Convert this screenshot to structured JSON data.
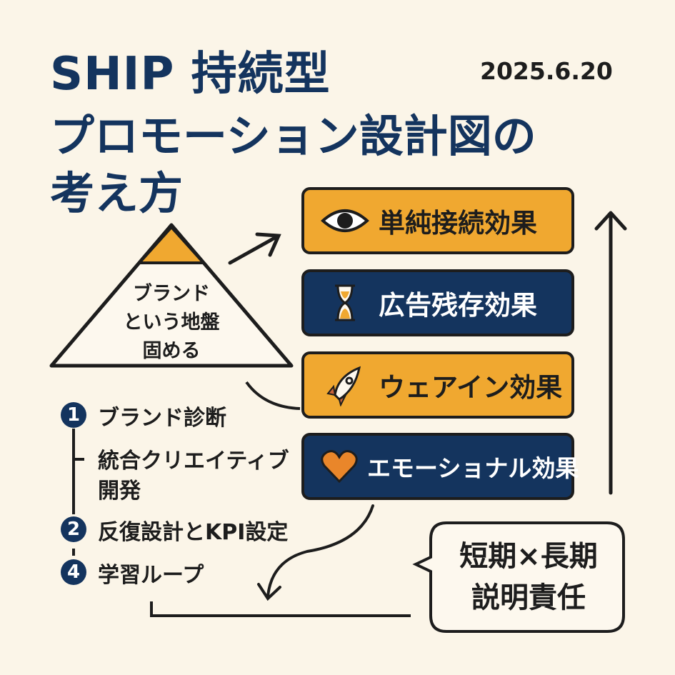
{
  "title": {
    "line1": "SHIP 持続型",
    "line2": "プロモーション設計図の",
    "line3": "考え方"
  },
  "date": "2025.6.20",
  "pyramid": {
    "line1": "ブランド",
    "line2": "という地盤",
    "line3": "固める"
  },
  "steps": [
    {
      "number": "1",
      "label": "ブランド診断"
    },
    {
      "number": "",
      "label_line1": "統合クリエイティブ",
      "label_line2": "開発"
    },
    {
      "number": "2",
      "label": "反復設計とKPI設定"
    },
    {
      "number": "4",
      "label": "学習ループ"
    }
  ],
  "effects": [
    {
      "label": "単純接続効果",
      "icon": "eye-icon",
      "color": "orange"
    },
    {
      "label": "広告残存効果",
      "icon": "hourglass-icon",
      "color": "navy"
    },
    {
      "label": "ウェアイン効果",
      "icon": "rocket-icon",
      "color": "orange"
    },
    {
      "label": "エモーショナル効果",
      "icon": "heart-icon",
      "color": "navy"
    }
  ],
  "bubble": {
    "line1": "短期×長期",
    "line2": "説明責任"
  },
  "colors": {
    "navy": "#14345e",
    "orange": "#f0a830",
    "background": "#fbf5e8"
  }
}
